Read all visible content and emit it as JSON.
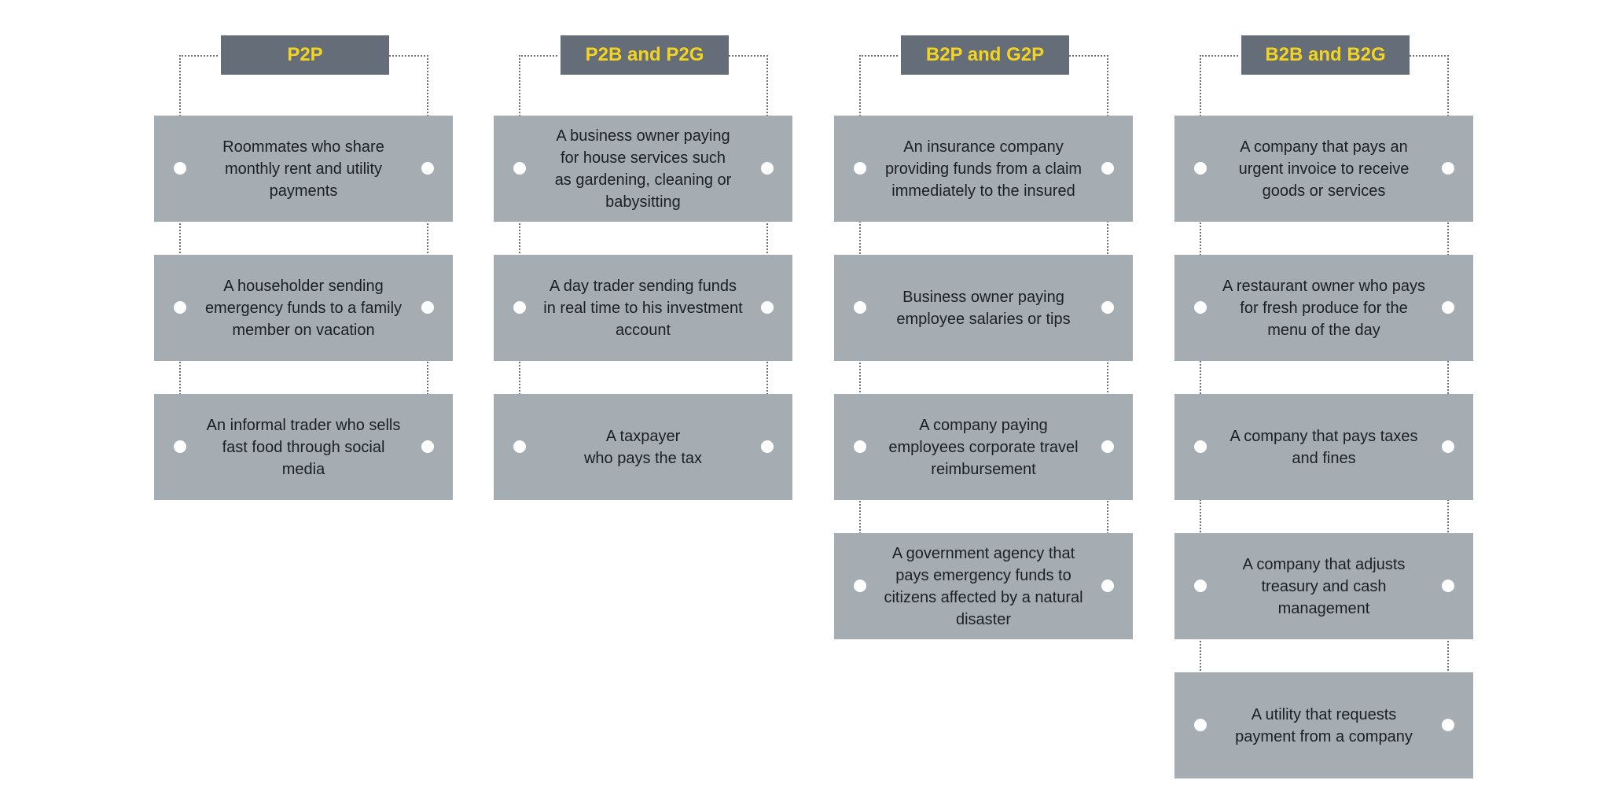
{
  "columns": [
    {
      "title": "P2P",
      "items": [
        "Roommates who share\nmonthly rent and utility\npayments",
        "A householder sending\nemergency funds to a family\nmember on vacation",
        "An informal trader who sells\nfast food through social\nmedia"
      ]
    },
    {
      "title": "P2B and P2G",
      "items": [
        "A business owner paying\nfor house services such\nas gardening, cleaning or\nbabysitting",
        "A day trader sending funds\nin real time to his investment\naccount",
        "A taxpayer\nwho pays the tax"
      ]
    },
    {
      "title": "B2P and G2P",
      "items": [
        "An insurance company\nproviding funds from a claim\nimmediately to the insured",
        "Business owner paying\nemployee salaries or tips",
        "A company paying\nemployees corporate travel\nreimbursement",
        "A government agency that\npays emergency funds to\ncitizens affected by a natural\ndisaster"
      ]
    },
    {
      "title": "B2B and B2G",
      "items": [
        "A company that pays an\nurgent invoice to receive\ngoods or services",
        "A restaurant owner who pays\nfor fresh produce for the\nmenu of the day",
        "A company that pays taxes\nand fines",
        "A company that adjusts\ntreasury and cash\nmanagement",
        "A utility that requests\npayment from a company"
      ]
    }
  ],
  "colors": {
    "header_bg": "#646d78",
    "header_text": "#f5d41f",
    "card_bg": "#a5adb3",
    "connector": "#6b7079"
  }
}
